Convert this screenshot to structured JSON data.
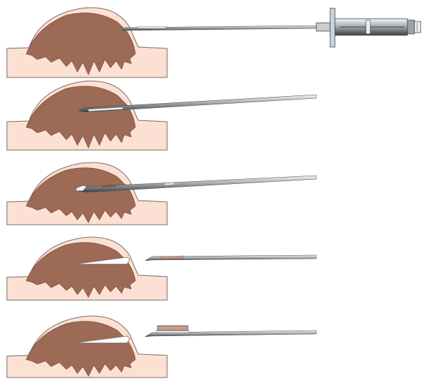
{
  "diagram": {
    "panel_count": 5,
    "colors": {
      "skin": "#fbe0d3",
      "skin_outline": "#7a6a62",
      "tumor": "#9c6a55",
      "tumor_dark": "#7e5240",
      "needle": "#8c9196",
      "needle_dark": "#3c4045",
      "needle_light": "#eef0f2",
      "tissue_sample": "#c79a86",
      "handle": "#c9d4e2"
    },
    "panels": [
      {
        "step": "device-inserted",
        "has_handle": true
      },
      {
        "step": "needle-advanced",
        "has_handle": false
      },
      {
        "step": "core-cut",
        "has_handle": false
      },
      {
        "step": "needle-withdrawn",
        "has_handle": false
      },
      {
        "step": "specimen-exposed",
        "has_handle": false
      }
    ]
  }
}
